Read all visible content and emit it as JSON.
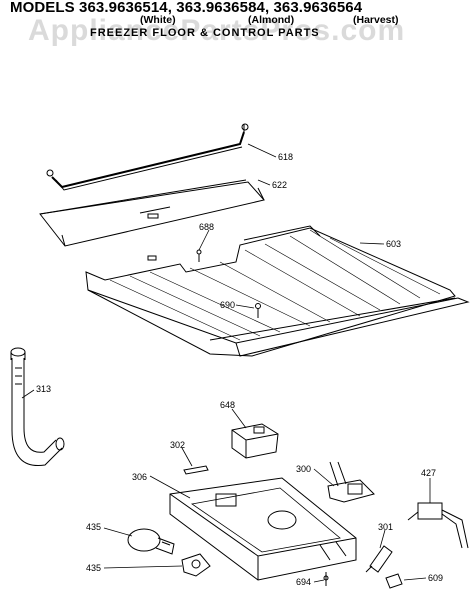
{
  "header": {
    "title": "MODELS 363.9636514, 363.9636584, 363.9636564",
    "colors": [
      "(White)",
      "(Almond)",
      "(Harvest)"
    ],
    "subtitle": "FREEZER FLOOR & CONTROL PARTS"
  },
  "watermark": "AppliancePartsPros.com",
  "parts": {
    "p618": "618",
    "p622": "622",
    "p688": "688",
    "p603": "603",
    "p690": "690",
    "p313": "313",
    "p648": "648",
    "p302": "302",
    "p300": "300",
    "p427": "427",
    "p306": "306",
    "p435a": "435",
    "p435b": "435",
    "p301": "301",
    "p694": "694",
    "p609": "609"
  }
}
